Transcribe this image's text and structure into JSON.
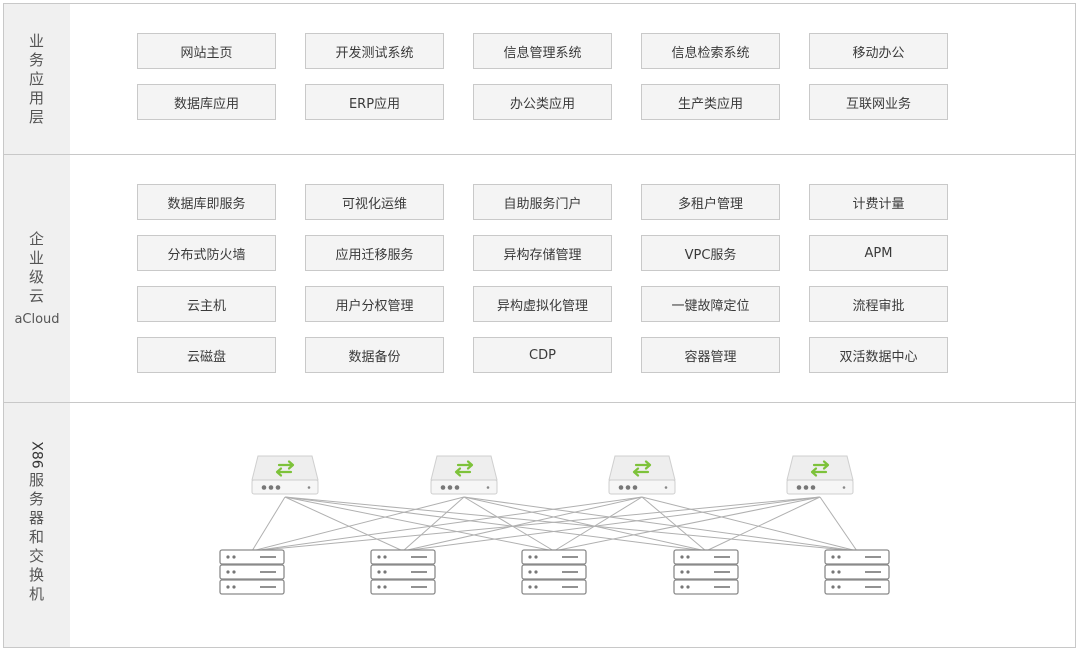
{
  "sections": {
    "business": {
      "label": "业务应用层",
      "items": [
        "网站主页",
        "开发测试系统",
        "信息管理系统",
        "信息检索系统",
        "移动办公",
        "数据库应用",
        "ERP应用",
        "办公类应用",
        "生产类应用",
        "互联网业务"
      ]
    },
    "enterprise": {
      "label": "企业级云",
      "sublabel": "aCloud",
      "items": [
        "数据库即服务",
        "可视化运维",
        "自助服务门户",
        "多租户管理",
        "计费计量",
        "分布式防火墙",
        "应用迁移服务",
        "异构存储管理",
        "VPC服务",
        "APM",
        "云主机",
        "用户分权管理",
        "异构虚拟化管理",
        "一键故障定位",
        "流程审批",
        "云磁盘",
        "数据备份",
        "CDP",
        "容器管理",
        "双活数据中心"
      ]
    },
    "infra": {
      "label_prefix": "X86",
      "label": "服务器和交换机",
      "switch_count": 4,
      "server_count": 5
    }
  },
  "colors": {
    "accent_green": "#7dc23a",
    "line": "#b0b0b0",
    "box_bg": "#f4f4f4"
  },
  "icons": {
    "switch": "switch-icon",
    "server": "server-icon"
  }
}
